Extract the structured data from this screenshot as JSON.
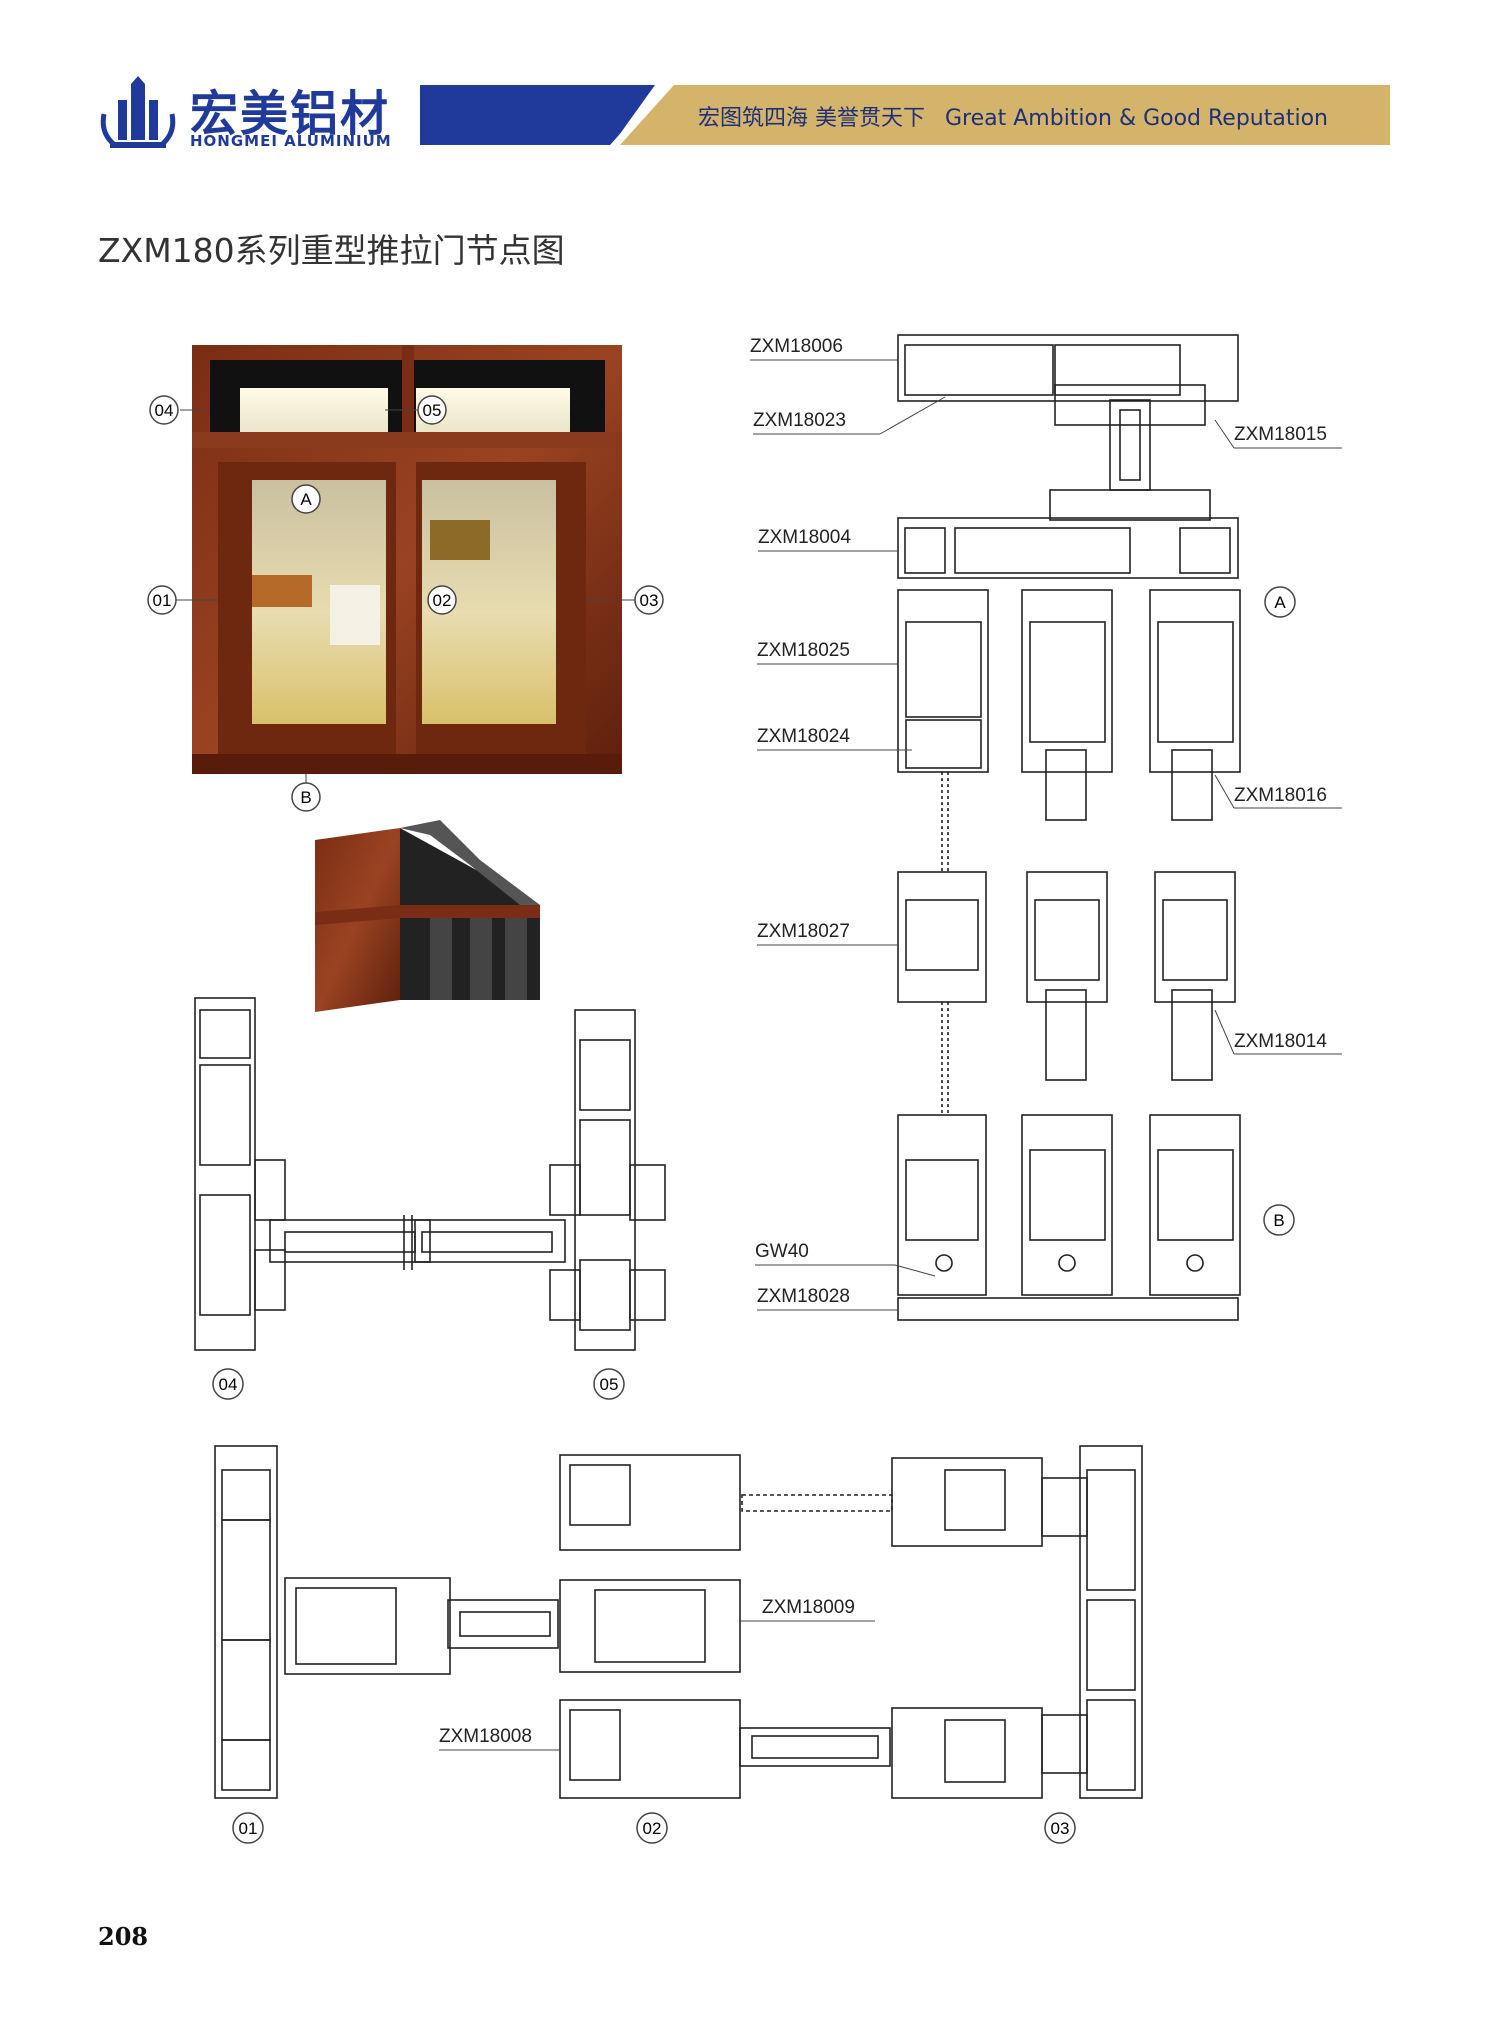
{
  "brand": {
    "name_cn": "宏美铝材",
    "name_en": "HONGMEI ALUMINIUM",
    "slogan_cn": "宏图筑四海  美誉贯天下",
    "slogan_en": "Great Ambition & Good Reputation",
    "colors": {
      "brand_blue": "#1f3a9a",
      "gold": "#d3b46a"
    }
  },
  "page": {
    "title": "ZXM180系列重型推拉门节点图",
    "number": "208"
  },
  "photo_markers": {
    "m04": "04",
    "m05": "05",
    "m01": "01",
    "m02": "02",
    "m03": "03",
    "mA": "A",
    "mB": "B"
  },
  "vertical_section": {
    "labels": {
      "l1": "ZXM18006",
      "l2": "ZXM18023",
      "l3": "ZXM18015",
      "l4": "ZXM18004",
      "l5": "ZXM18025",
      "l6": "ZXM18024",
      "l7": "ZXM18016",
      "l8": "ZXM18027",
      "l9": "ZXM18014",
      "l10": "GW40",
      "l11": "ZXM18028"
    },
    "markers": {
      "a": "A",
      "b": "B"
    }
  },
  "transom_section": {
    "markers": {
      "m04": "04",
      "m05": "05"
    }
  },
  "horizontal_section": {
    "labels": {
      "l1": "ZXM18009",
      "l2": "ZXM18008"
    },
    "markers": {
      "m01": "01",
      "m02": "02",
      "m03": "03"
    }
  },
  "icons": [
    "building-logo-icon"
  ]
}
